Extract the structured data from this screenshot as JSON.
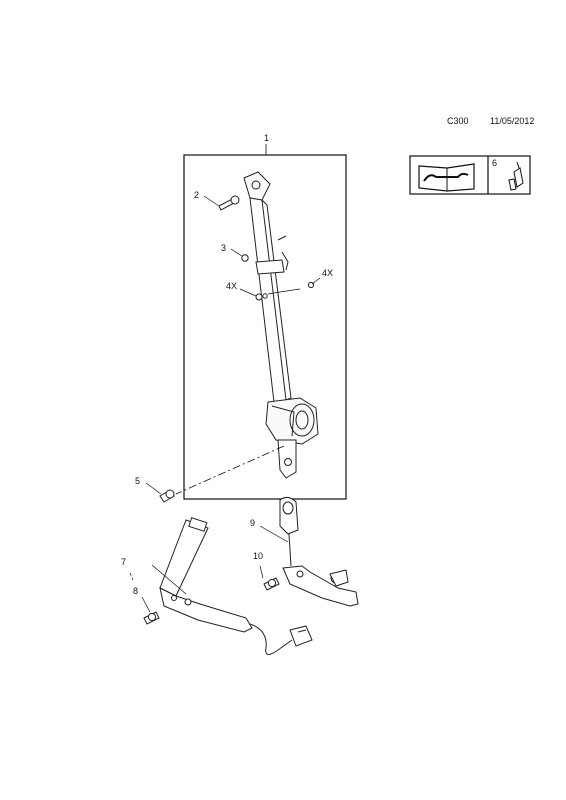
{
  "header": {
    "code": "C300",
    "date": "11/05/2012"
  },
  "legend_box": {
    "icon": "repair-manual-icon",
    "number": "6",
    "part_icon": "sealant-tube-icon"
  },
  "callouts": {
    "c1": "1",
    "c2": "2",
    "c3": "3",
    "c4a": "4X",
    "c4b": "4X",
    "c5": "5",
    "c7": "7",
    "c8": "8",
    "c9": "9",
    "c10": "10"
  }
}
